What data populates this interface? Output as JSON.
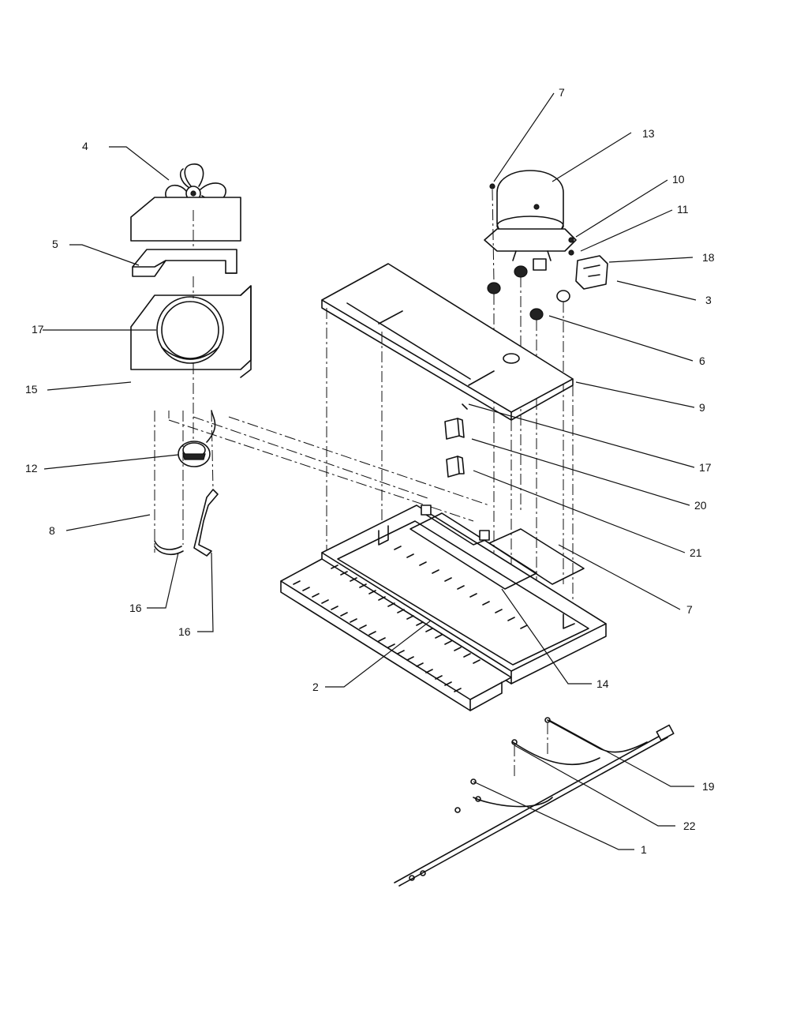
{
  "diagram": {
    "callouts": [
      {
        "id": "c7a",
        "text": "7"
      },
      {
        "id": "c13",
        "text": "13"
      },
      {
        "id": "c4",
        "text": "4"
      },
      {
        "id": "c10",
        "text": "10"
      },
      {
        "id": "c11",
        "text": "11"
      },
      {
        "id": "c5",
        "text": "5"
      },
      {
        "id": "c18",
        "text": "18"
      },
      {
        "id": "c3",
        "text": "3"
      },
      {
        "id": "c17a",
        "text": "17"
      },
      {
        "id": "c6",
        "text": "6"
      },
      {
        "id": "c15",
        "text": "15"
      },
      {
        "id": "c9",
        "text": "9"
      },
      {
        "id": "c17b",
        "text": "17"
      },
      {
        "id": "c12",
        "text": "12"
      },
      {
        "id": "c20",
        "text": "20"
      },
      {
        "id": "c8",
        "text": "8"
      },
      {
        "id": "c21",
        "text": "21"
      },
      {
        "id": "c7b",
        "text": "7"
      },
      {
        "id": "c16a",
        "text": "16"
      },
      {
        "id": "c16b",
        "text": "16"
      },
      {
        "id": "c14",
        "text": "14"
      },
      {
        "id": "c2",
        "text": "2"
      },
      {
        "id": "c19",
        "text": "19"
      },
      {
        "id": "c22",
        "text": "22"
      },
      {
        "id": "c1",
        "text": "1"
      }
    ]
  }
}
